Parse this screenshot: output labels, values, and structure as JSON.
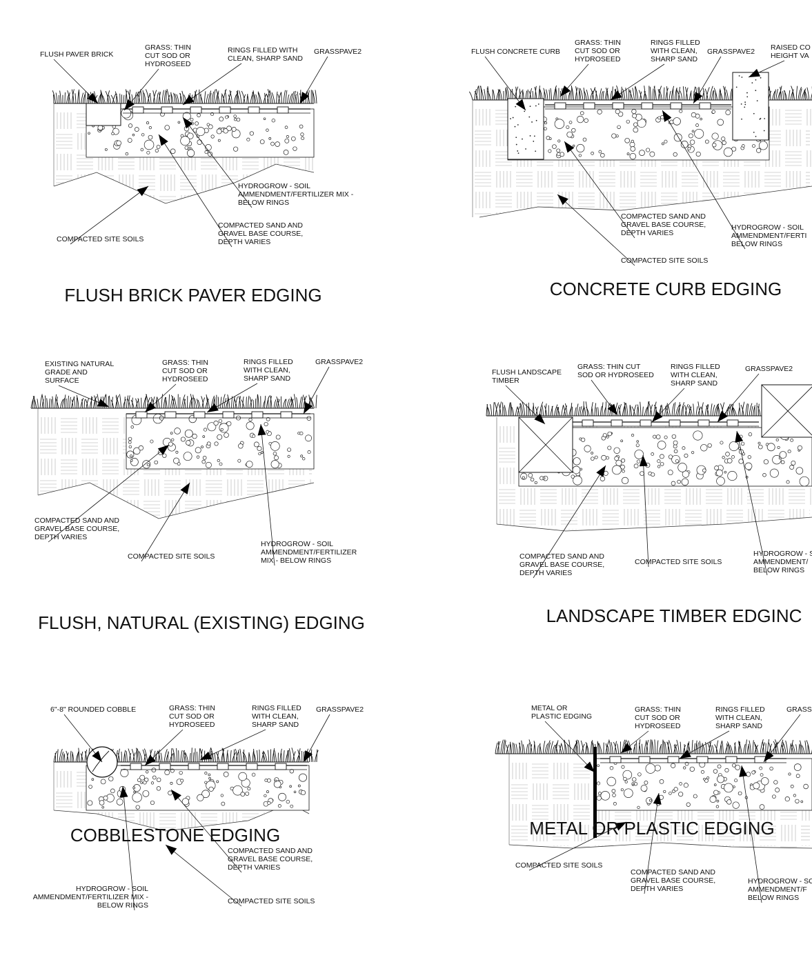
{
  "panels": [
    {
      "id": "flush-brick",
      "title": "FLUSH BRICK PAVER EDGING",
      "labels": [
        "FLUSH PAVER BRICK",
        "GRASS: THIN\nCUT SOD OR\nHYDROSEED",
        "RINGS FILLED WITH\nCLEAN, SHARP SAND",
        "GRASSPAVE2",
        "HYDROGROW - SOIL\nAMMENDMENT/FERTILIZER MIX -\nBELOW RINGS",
        "COMPACTED SAND AND\nGRAVEL BASE COURSE,\nDEPTH VARIES",
        "COMPACTED SITE SOILS"
      ]
    },
    {
      "id": "concrete-curb",
      "title": "CONCRETE CURB EDGING",
      "labels": [
        "FLUSH CONCRETE CURB",
        "GRASS: THIN\nCUT SOD OR\nHYDROSEED",
        "RINGS FILLED\nWITH CLEAN,\nSHARP SAND",
        "GRASSPAVE2",
        "RAISED CO\nHEIGHT VA",
        "COMPACTED SAND AND\nGRAVEL BASE COURSE,\nDEPTH VARIES",
        "HYDROGROW - SOIL\nAMMENDMENT/FERTI\nBELOW RINGS",
        "COMPACTED SITE SOILS"
      ]
    },
    {
      "id": "flush-natural",
      "title": "FLUSH, NATURAL (EXISTING) EDGING",
      "labels": [
        "EXISTING NATURAL\nGRADE AND\nSURFACE",
        "GRASS: THIN\nCUT SOD OR\nHYDROSEED",
        "RINGS FILLED\nWITH CLEAN,\nSHARP SAND",
        "GRASSPAVE2",
        "COMPACTED SAND AND\nGRAVEL BASE COURSE,\nDEPTH VARIES",
        "COMPACTED SITE SOILS",
        "HYDROGROW - SOIL\nAMMENDMENT/FERTILIZER\nMIX - BELOW RINGS"
      ]
    },
    {
      "id": "landscape-timber",
      "title": "LANDSCAPE TIMBER EDGINC",
      "labels": [
        "FLUSH LANDSCAPE\nTIMBER",
        "GRASS: THIN CUT\nSOD OR HYDROSEED",
        "RINGS FILLED\nWITH CLEAN,\nSHARP SAND",
        "GRASSPAVE2",
        "COMPACTED SAND AND\nGRAVEL BASE COURSE,\nDEPTH VARIES",
        "COMPACTED SITE SOILS",
        "HYDROGROW - S\nAMMENDMENT/\nBELOW RINGS"
      ]
    },
    {
      "id": "cobblestone",
      "title": "COBBLESTONE EDGING",
      "labels": [
        "6\"-8\" ROUNDED COBBLE",
        "GRASS: THIN\nCUT SOD OR\nHYDROSEED",
        "RINGS FILLED\nWITH CLEAN,\nSHARP SAND",
        "GRASSPAVE2",
        "HYDROGROW - SOIL\nAMMENDMENT/FERTILIZER MIX -\nBELOW RINGS",
        "COMPACTED SAND AND\nGRAVEL BASE COURSE,\nDEPTH VARIES",
        "COMPACTED SITE SOILS"
      ]
    },
    {
      "id": "metal-plastic",
      "title": "METAL OR PLASTIC EDGING",
      "labels": [
        "METAL OR\nPLASTIC EDGING",
        "GRASS: THIN\nCUT SOD OR\nHYDROSEED",
        "RINGS FILLED\nWITH CLEAN,\nSHARP SAND",
        "GRASS",
        "COMPACTED SITE SOILS",
        "COMPACTED SAND AND\nGRAVEL BASE COURSE,\nDEPTH VARIES",
        "HYDROGROW - SC\nAMMENDMENT/F\nBELOW RINGS"
      ]
    }
  ]
}
